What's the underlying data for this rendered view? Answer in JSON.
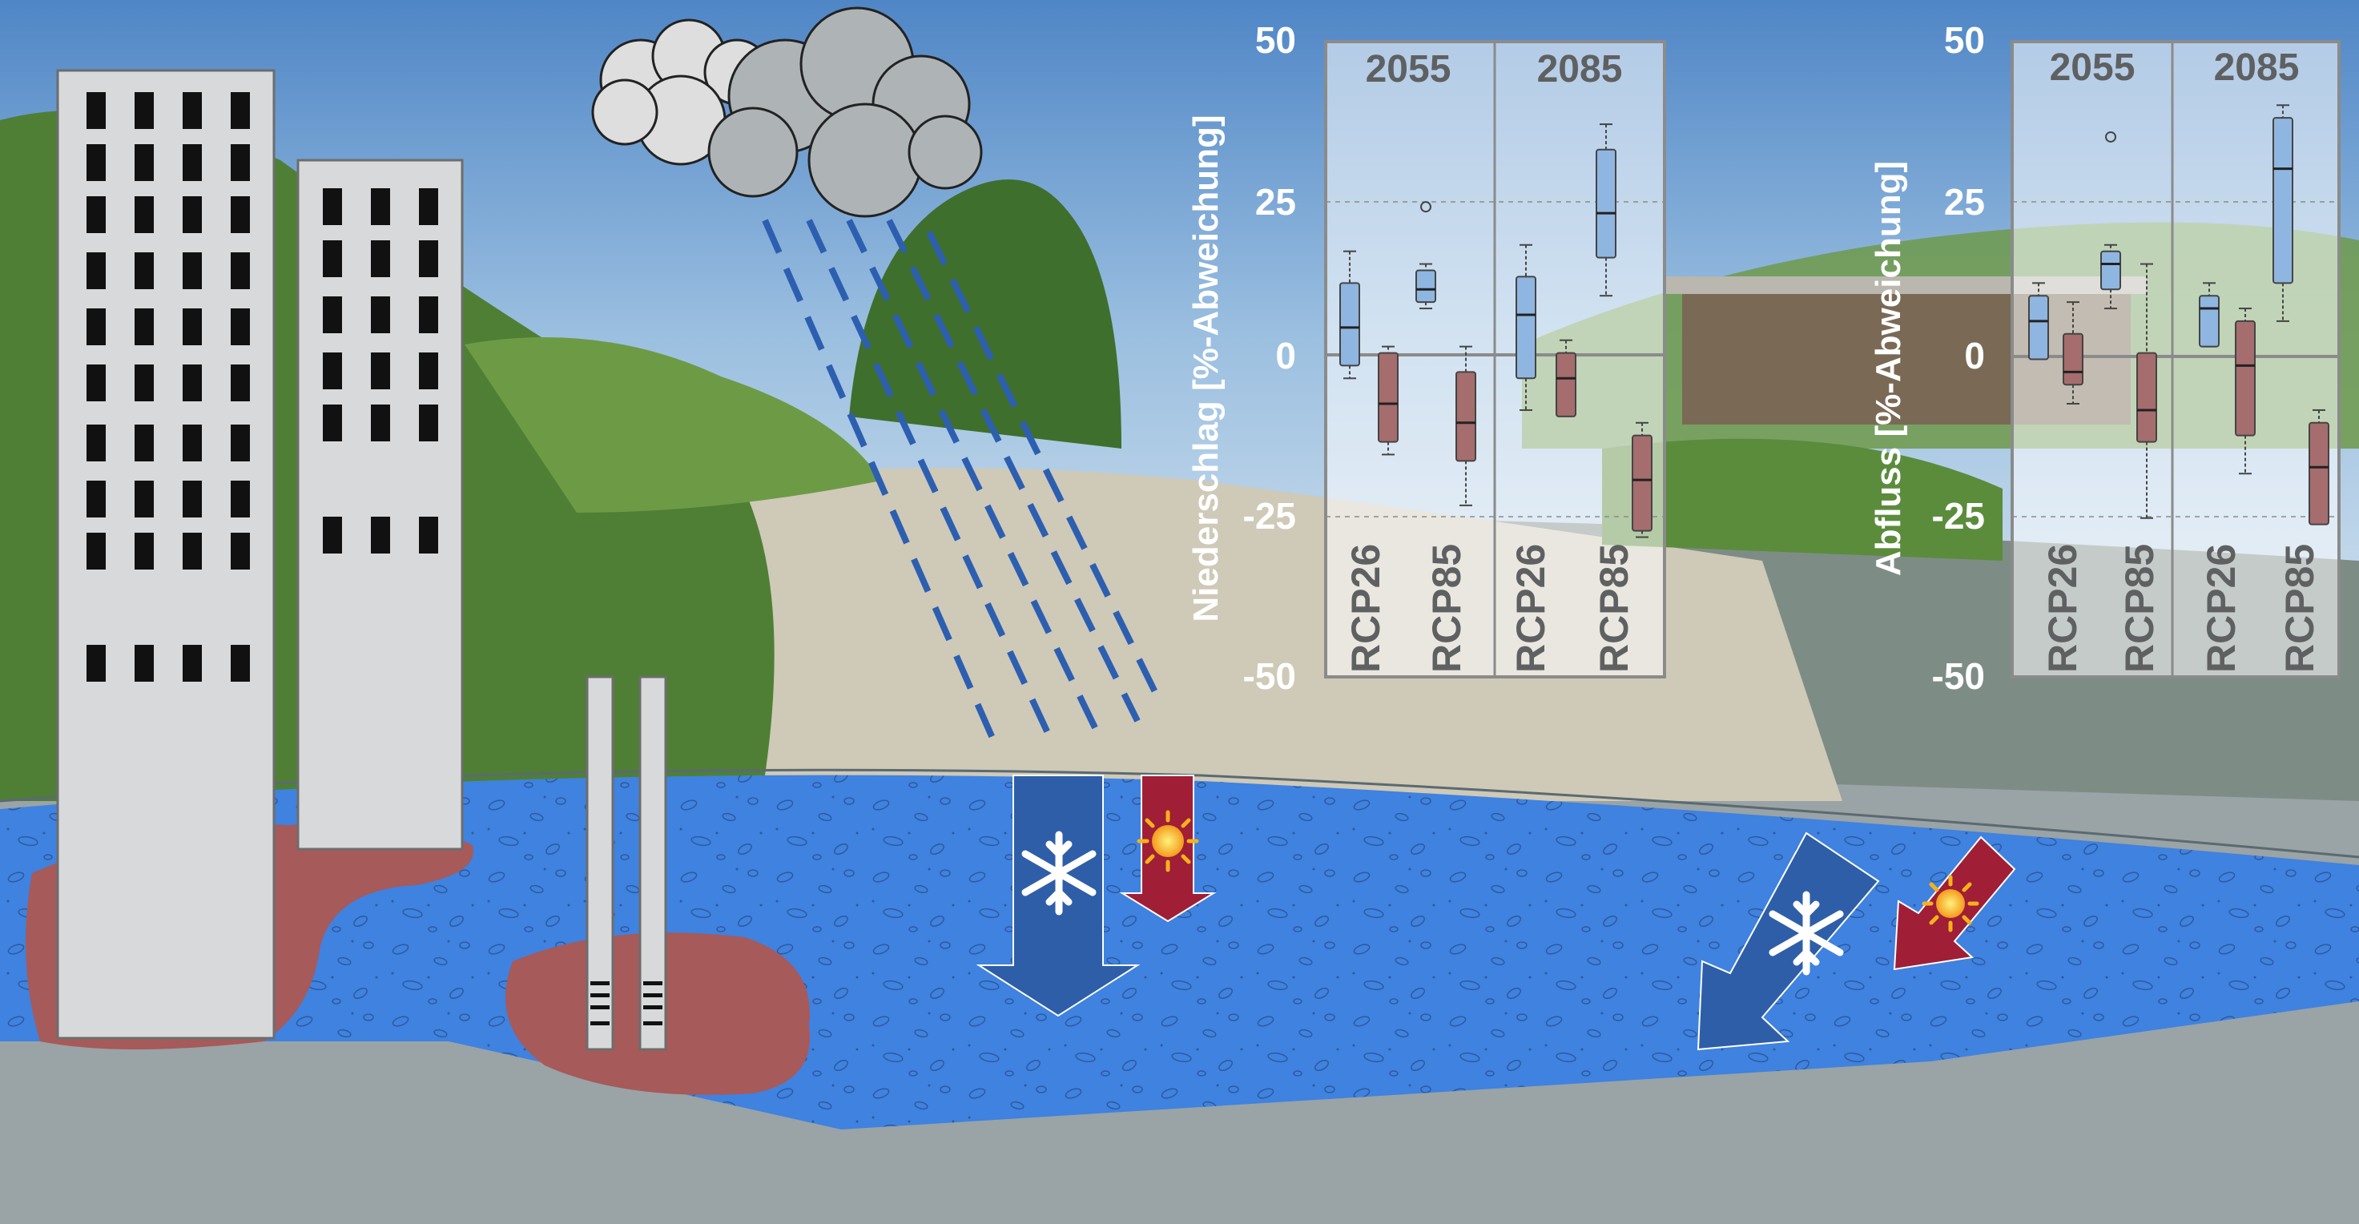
{
  "colors": {
    "sky_top": "#4f86c6",
    "sky_bottom": "#c9dcec",
    "vegetation": "#4f7f34",
    "gravel": "#cfc9b8",
    "aquifer": "#3f82e0",
    "bedrock": "#9aa3a6",
    "contamination": "#a65a5a",
    "building": "#d7d9da",
    "window": "#111111",
    "rain": "#2d5fb0",
    "cold_arrow": "#2f5ea8",
    "warm_arrow": "#a01e36",
    "box_blue": "#8fb6e0",
    "box_red": "#a56d6d",
    "axis_text": "#ffffff",
    "panel_text": "#5f6061"
  },
  "icons": {
    "cold": "snowflake-icon",
    "warm": "sun-icon",
    "cloud": "cloud-icon"
  },
  "chart_data": [
    {
      "type": "box",
      "ylabel": "Niederschlag [%-Abweichung]",
      "ylim": [
        -50,
        50
      ],
      "yticks": [
        "50",
        "25",
        "0",
        "-25",
        "-50"
      ],
      "groups": [
        "2055",
        "2085"
      ],
      "categories": [
        "RCP26",
        "RCP85",
        "RCP26",
        "RCP85"
      ],
      "series": [
        {
          "group": "2055",
          "scenario": "RCP26",
          "season": "winter",
          "whislo": -3,
          "q1": -1,
          "med": 5,
          "q3": 12,
          "whishi": 17
        },
        {
          "group": "2055",
          "scenario": "RCP26",
          "season": "summer",
          "whislo": -15,
          "q1": -13,
          "med": -7,
          "q3": 1,
          "whishi": 2
        },
        {
          "group": "2055",
          "scenario": "RCP85",
          "season": "winter",
          "whislo": 8,
          "q1": 9,
          "med": 11,
          "q3": 14,
          "whishi": 15,
          "outliers": [
            24
          ]
        },
        {
          "group": "2055",
          "scenario": "RCP85",
          "season": "summer",
          "whislo": -23,
          "q1": -16,
          "med": -10,
          "q3": -2,
          "whishi": 2
        },
        {
          "group": "2085",
          "scenario": "RCP26",
          "season": "winter",
          "whislo": -8,
          "q1": -3,
          "med": 7,
          "q3": 13,
          "whishi": 18
        },
        {
          "group": "2085",
          "scenario": "RCP26",
          "season": "summer",
          "whislo": -8,
          "q1": -9,
          "med": -3,
          "q3": 1,
          "whishi": 3
        },
        {
          "group": "2085",
          "scenario": "RCP85",
          "season": "winter",
          "whislo": 10,
          "q1": 16,
          "med": 23,
          "q3": 33,
          "whishi": 37
        },
        {
          "group": "2085",
          "scenario": "RCP85",
          "season": "summer",
          "whislo": -28,
          "q1": -27,
          "med": -19,
          "q3": -12,
          "whishi": -10
        }
      ]
    },
    {
      "type": "box",
      "ylabel": "Abfluss [%-Abweichung]",
      "ylim": [
        -50,
        50
      ],
      "yticks": [
        "50",
        "25",
        "0",
        "-25",
        "-50"
      ],
      "groups": [
        "2055",
        "2085"
      ],
      "categories": [
        "RCP26",
        "RCP85",
        "RCP26",
        "RCP85"
      ],
      "series": [
        {
          "group": "2055",
          "scenario": "RCP26",
          "season": "winter",
          "whislo": 1,
          "q1": 0,
          "med": 6,
          "q3": 10,
          "whishi": 12
        },
        {
          "group": "2055",
          "scenario": "RCP26",
          "season": "summer",
          "whislo": -7,
          "q1": -4,
          "med": -2,
          "q3": 4,
          "whishi": 9
        },
        {
          "group": "2055",
          "scenario": "RCP85",
          "season": "winter",
          "whislo": 8,
          "q1": 11,
          "med": 15,
          "q3": 17,
          "whishi": 18,
          "outliers": [
            35
          ]
        },
        {
          "group": "2055",
          "scenario": "RCP85",
          "season": "summer",
          "whislo": -25,
          "q1": -13,
          "med": -8,
          "q3": 1,
          "whishi": 15
        },
        {
          "group": "2085",
          "scenario": "RCP26",
          "season": "winter",
          "whislo": 2,
          "q1": 2,
          "med": 8,
          "q3": 10,
          "whishi": 12
        },
        {
          "group": "2085",
          "scenario": "RCP26",
          "season": "summer",
          "whislo": -18,
          "q1": -12,
          "med": -1,
          "q3": 6,
          "whishi": 8
        },
        {
          "group": "2085",
          "scenario": "RCP85",
          "season": "winter",
          "whislo": 6,
          "q1": 12,
          "med": 30,
          "q3": 38,
          "whishi": 40
        },
        {
          "group": "2085",
          "scenario": "RCP85",
          "season": "summer",
          "whislo": -25,
          "q1": -26,
          "med": -17,
          "q3": -10,
          "whishi": -8
        }
      ]
    }
  ]
}
